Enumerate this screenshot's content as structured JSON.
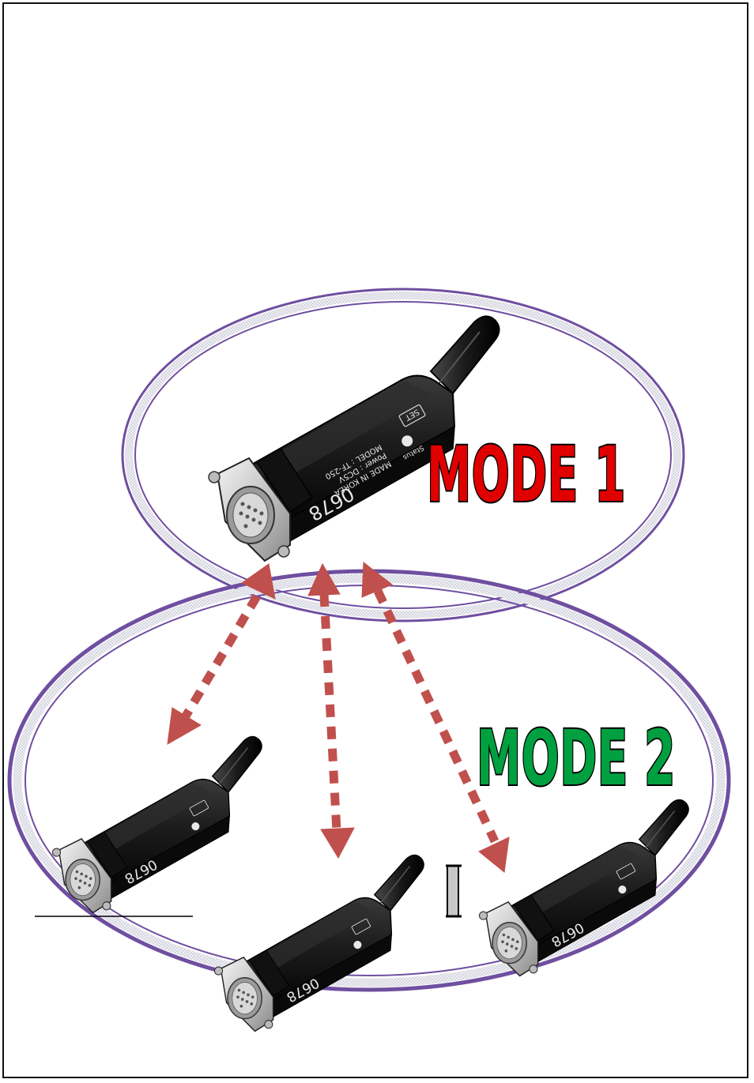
{
  "mode1": {
    "label": "MODE 1",
    "color": "#e00000"
  },
  "mode2": {
    "label": "MODE 2",
    "color": "#00a040"
  },
  "ring_color": "#6f4fa0",
  "arrow_color": "#c0504d",
  "device": {
    "serial": "0678",
    "model": "MODEL : TF-250",
    "power": "Power : DC5V",
    "origin": "MADE IN KOREA",
    "button_label": "SET",
    "status_label": "Status"
  }
}
